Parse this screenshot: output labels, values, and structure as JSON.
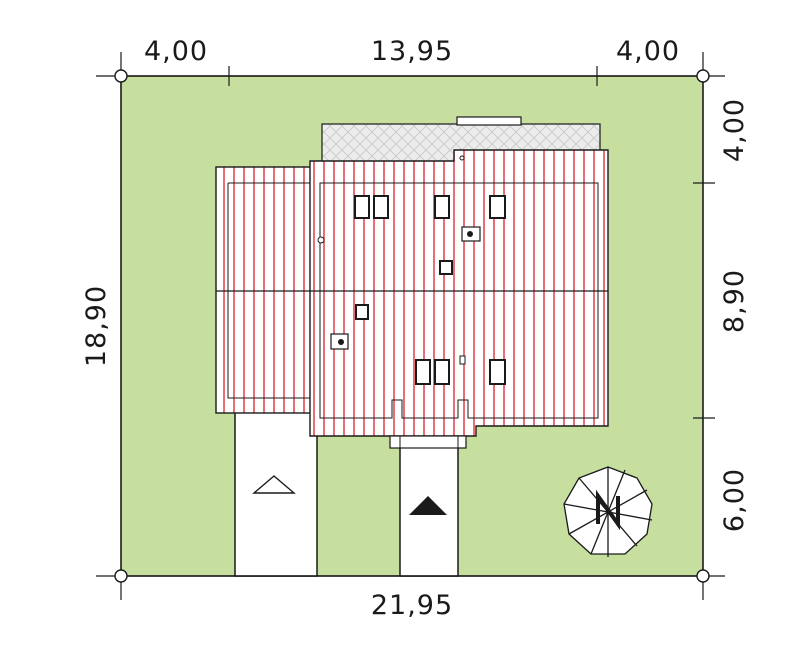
{
  "dimensions": {
    "top_left": "4,00",
    "top_middle": "13,95",
    "top_right": "4,00",
    "left_total": "18,90",
    "right_top": "4,00",
    "right_middle": "8,90",
    "right_bottom": "6,00",
    "bottom_total": "21,95"
  },
  "colors": {
    "lawn": "#c6df9e",
    "roof_base": "#ffffff",
    "roof_stripe": "#e0303a",
    "outline": "#1a1a1a",
    "terrace": "#e6e6e6",
    "driveway": "#ffffff"
  },
  "icons": {
    "north_arrow": "north-compass-icon",
    "entrance_arrow": "entrance-triangle-icon",
    "garage_arrow": "garage-triangle-icon"
  }
}
